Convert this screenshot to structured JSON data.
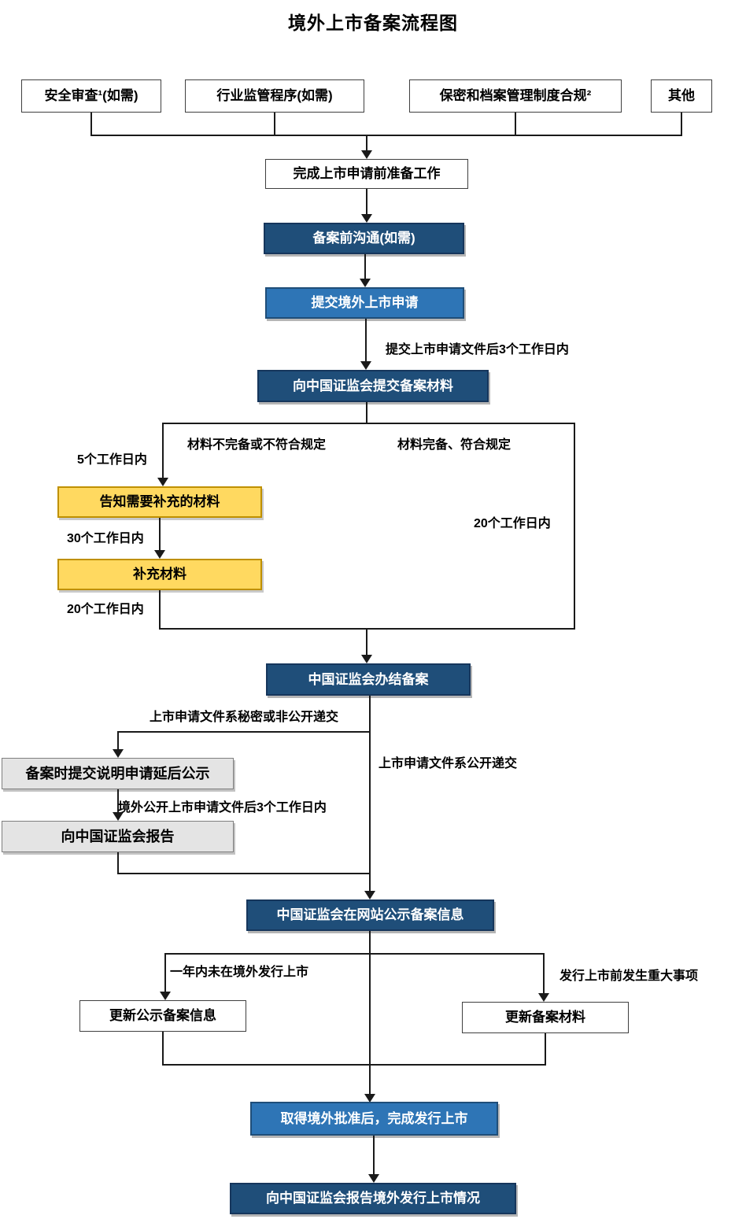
{
  "title": "境外上市备案流程图",
  "nodes": {
    "security_review": "安全审查¹(如需)",
    "industry_regulation": "行业监管程序(如需)",
    "confidentiality_compliance": "保密和档案管理制度合规²",
    "other": "其他",
    "pre_application_prep": "完成上市申请前准备工作",
    "pre_filing_communication": "备案前沟通(如需)",
    "submit_overseas_application": "提交境外上市申请",
    "submit_filing_materials": "向中国证监会提交备案材料",
    "notify_supplement_materials": "告知需要补充的材料",
    "supplement_materials": "补充材料",
    "csrc_complete_filing": "中国证监会办结备案",
    "request_delayed_disclosure": "备案时提交说明申请延后公示",
    "report_to_csrc": "向中国证监会报告",
    "csrc_publish_filing_info": "中国证监会在网站公示备案信息",
    "update_published_info": "更新公示备案信息",
    "update_filing_materials": "更新备案材料",
    "complete_issuance_listing": "取得境外批准后，完成发行上市",
    "report_listing_result": "向中国证监会报告境外发行上市情况"
  },
  "edge_labels": {
    "within_3_days_after_submission": "提交上市申请文件后3个工作日内",
    "materials_incomplete": "材料不完备或不符合规定",
    "materials_complete": "材料完备、符合规定",
    "within_5_working_days": "5个工作日内",
    "within_30_working_days": "30个工作日内",
    "within_20_working_days_left": "20个工作日内",
    "within_20_working_days_right": "20个工作日内",
    "secret_submission": "上市申请文件系秘密或非公开递交",
    "public_submission": "上市申请文件系公开递交",
    "within_3_days_after_overseas_public": "境外公开上市申请文件后3个工作日内",
    "not_listed_within_1_year": "一年内未在境外发行上市",
    "major_events_before_listing": "发行上市前发生重大事项"
  },
  "colors": {
    "dark_blue": "#1F4E79",
    "medium_blue": "#2E75B6",
    "yellow": "#FFD960",
    "gray": "#E4E4E4",
    "line": "#1A1A1A"
  }
}
